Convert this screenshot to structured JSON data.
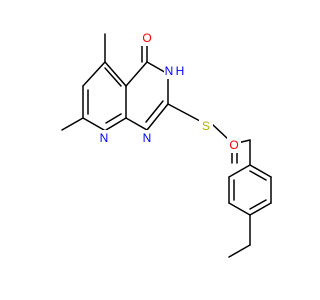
{
  "molecule": {
    "atom_labels": [
      {
        "id": "O1",
        "text": "O",
        "color": "#ff0000"
      },
      {
        "id": "N3",
        "text": "N",
        "color": "#0000ff"
      },
      {
        "id": "H3",
        "text": "H",
        "color": "#0000ff"
      },
      {
        "id": "N1",
        "text": "N",
        "color": "#0000ff"
      },
      {
        "id": "N8",
        "text": "N",
        "color": "#0000ff"
      },
      {
        "id": "S",
        "text": "S",
        "color": "#b2b200"
      },
      {
        "id": "O2",
        "text": "O",
        "color": "#ff0000"
      }
    ],
    "bond_color": "#000000"
  }
}
